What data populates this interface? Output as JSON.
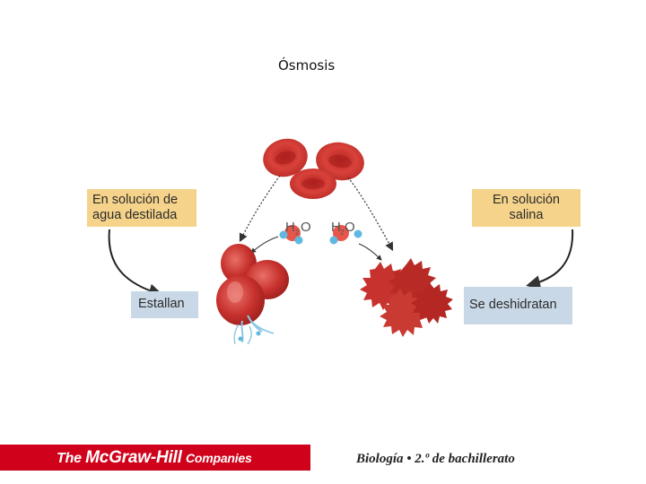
{
  "title": "Ósmosis",
  "labels": {
    "distilled": "En solución de agua destilada",
    "saline": "En solución salina",
    "burst": "Estallan",
    "dehydrate": "Se deshidratan"
  },
  "molecule": {
    "letter_h": "H",
    "subscript": "2",
    "letter_o": "O"
  },
  "footer": {
    "logo": {
      "the": "The",
      "brand": "McGraw-Hill",
      "companies": "Companies"
    },
    "caption": "Biología • 2.º de bachillerato"
  },
  "colors": {
    "cell_red": "#c8322e",
    "label_yellow": "#f6d38a",
    "label_blue": "#c9d8e6",
    "water_blue": "#5fb8e0",
    "brand_red": "#d0021b"
  }
}
